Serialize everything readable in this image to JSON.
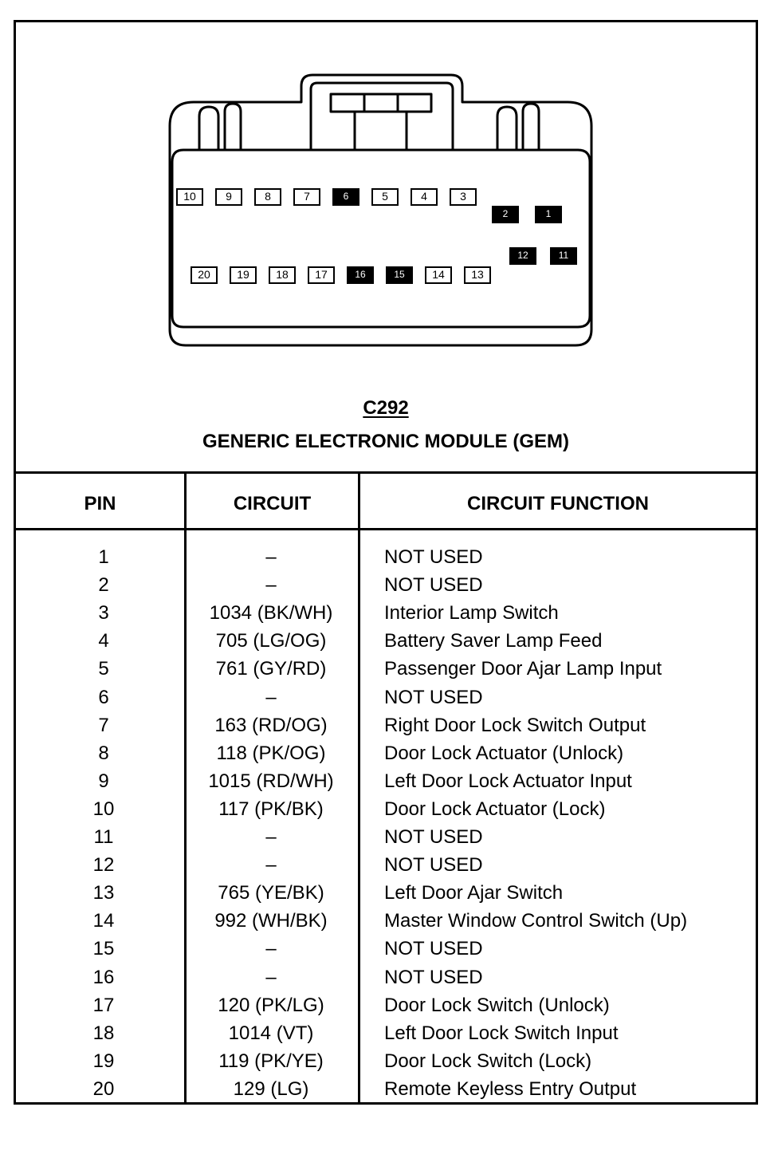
{
  "connector": {
    "id": "C292",
    "name": "GENERIC ELECTRONIC MODULE (GEM)",
    "cavities": [
      {
        "label": "10",
        "filled": false
      },
      {
        "label": "9",
        "filled": false
      },
      {
        "label": "8",
        "filled": false
      },
      {
        "label": "7",
        "filled": false
      },
      {
        "label": "6",
        "filled": true
      },
      {
        "label": "5",
        "filled": false
      },
      {
        "label": "4",
        "filled": false
      },
      {
        "label": "3",
        "filled": false
      },
      {
        "label": "2",
        "filled": true
      },
      {
        "label": "1",
        "filled": true
      },
      {
        "label": "12",
        "filled": true
      },
      {
        "label": "11",
        "filled": true
      },
      {
        "label": "20",
        "filled": false
      },
      {
        "label": "19",
        "filled": false
      },
      {
        "label": "18",
        "filled": false
      },
      {
        "label": "17",
        "filled": false
      },
      {
        "label": "16",
        "filled": true
      },
      {
        "label": "15",
        "filled": true
      },
      {
        "label": "14",
        "filled": false
      },
      {
        "label": "13",
        "filled": false
      }
    ]
  },
  "table": {
    "headers": {
      "pin": "PIN",
      "circuit": "CIRCUIT",
      "function": "CIRCUIT FUNCTION"
    },
    "rows": [
      {
        "pin": "1",
        "circuit": "–",
        "function": "NOT USED"
      },
      {
        "pin": "2",
        "circuit": "–",
        "function": "NOT USED"
      },
      {
        "pin": "3",
        "circuit": "1034 (BK/WH)",
        "function": "Interior Lamp Switch"
      },
      {
        "pin": "4",
        "circuit": "705 (LG/OG)",
        "function": "Battery Saver Lamp Feed"
      },
      {
        "pin": "5",
        "circuit": "761 (GY/RD)",
        "function": "Passenger Door Ajar Lamp Input"
      },
      {
        "pin": "6",
        "circuit": "–",
        "function": "NOT USED"
      },
      {
        "pin": "7",
        "circuit": "163 (RD/OG)",
        "function": "Right Door Lock Switch Output"
      },
      {
        "pin": "8",
        "circuit": "118 (PK/OG)",
        "function": "Door Lock Actuator (Unlock)"
      },
      {
        "pin": "9",
        "circuit": "1015 (RD/WH)",
        "function": "Left Door Lock Actuator Input"
      },
      {
        "pin": "10",
        "circuit": "117 (PK/BK)",
        "function": "Door Lock Actuator (Lock)"
      },
      {
        "pin": "11",
        "circuit": "–",
        "function": "NOT USED"
      },
      {
        "pin": "12",
        "circuit": "–",
        "function": "NOT USED"
      },
      {
        "pin": "13",
        "circuit": "765 (YE/BK)",
        "function": "Left Door Ajar Switch"
      },
      {
        "pin": "14",
        "circuit": "992 (WH/BK)",
        "function": "Master Window Control Switch (Up)"
      },
      {
        "pin": "15",
        "circuit": "–",
        "function": "NOT USED"
      },
      {
        "pin": "16",
        "circuit": "–",
        "function": "NOT USED"
      },
      {
        "pin": "17",
        "circuit": "120 (PK/LG)",
        "function": "Door Lock Switch (Unlock)"
      },
      {
        "pin": "18",
        "circuit": "1014 (VT)",
        "function": "Left Door Lock Switch Input"
      },
      {
        "pin": "19",
        "circuit": "119 (PK/YE)",
        "function": "Door Lock Switch (Lock)"
      },
      {
        "pin": "20",
        "circuit": "129 (LG)",
        "function": "Remote Keyless Entry Output"
      }
    ]
  }
}
